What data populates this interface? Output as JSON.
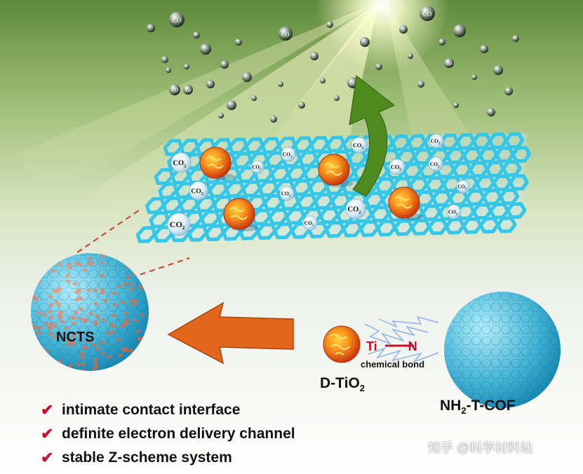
{
  "labels": {
    "ncts": "NCTS",
    "dtio2_main": "D-TiO",
    "dtio2_sub": "2",
    "cof_a": "NH",
    "cof_sub": "2",
    "cof_b": "-T-COF",
    "bond_ti": "Ti",
    "bond_n": "N",
    "bond_text": "chemical bond"
  },
  "molecules": {
    "co": "CO",
    "co2": "CO",
    "co2_sub": "2"
  },
  "bullets": [
    "intimate contact interface",
    "definite electron delivery channel",
    "stable Z-scheme system"
  ],
  "watermark": "知乎 @科学材料站",
  "colors": {
    "framework": "#35c6e8",
    "particle": "#ef6a12",
    "arrow_green": "#4f8a1f",
    "arrow_orange": "#e2661c",
    "check": "#c8102e"
  }
}
